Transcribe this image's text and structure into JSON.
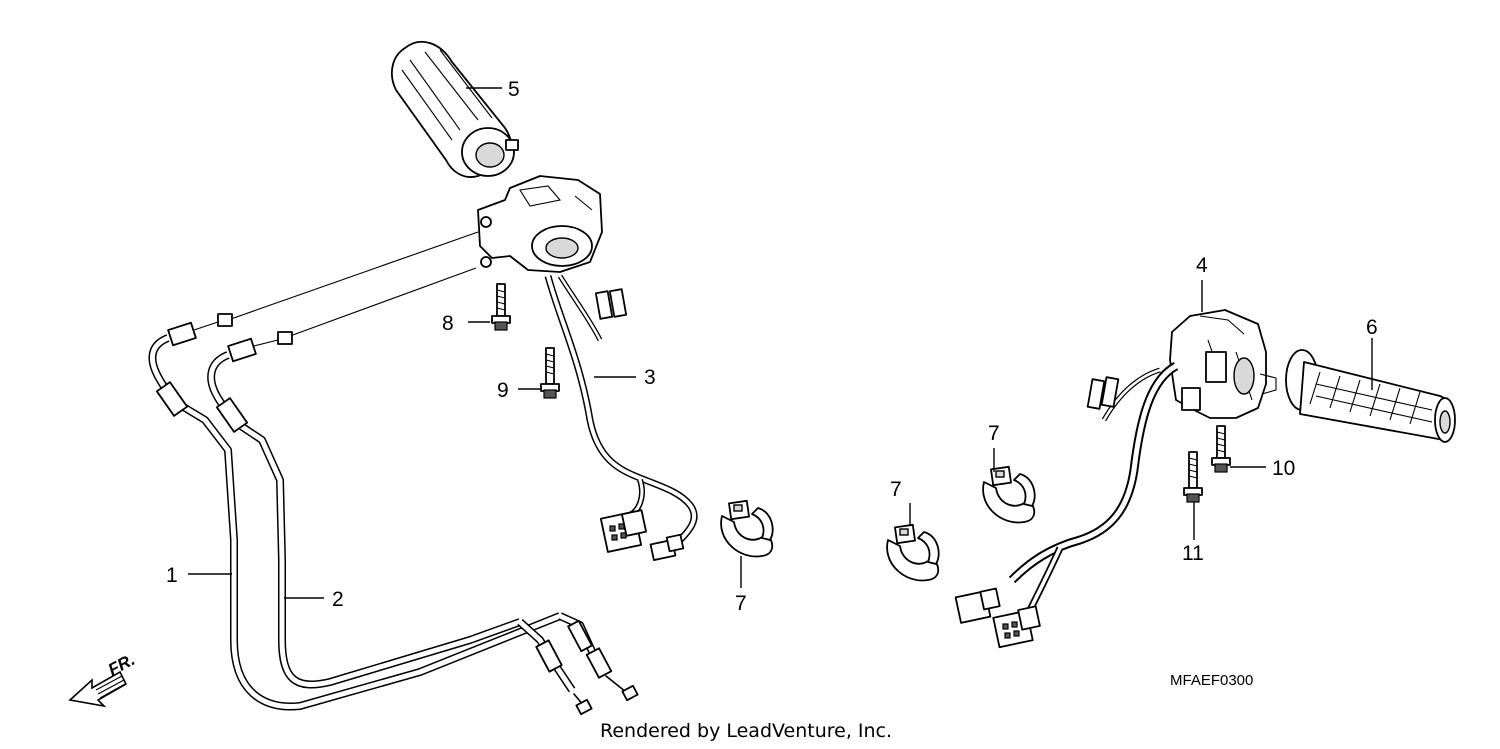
{
  "callouts": {
    "c1": "1",
    "c2": "2",
    "c3": "3",
    "c4": "4",
    "c5": "5",
    "c6": "6",
    "c7a": "7",
    "c7b": "7",
    "c7c": "7",
    "c8": "8",
    "c9": "9",
    "c10": "10",
    "c11": "11"
  },
  "diagram_code": "MFAEF0300",
  "direction_label": "FR.",
  "credit": "Rendered by LeadVenture, Inc."
}
